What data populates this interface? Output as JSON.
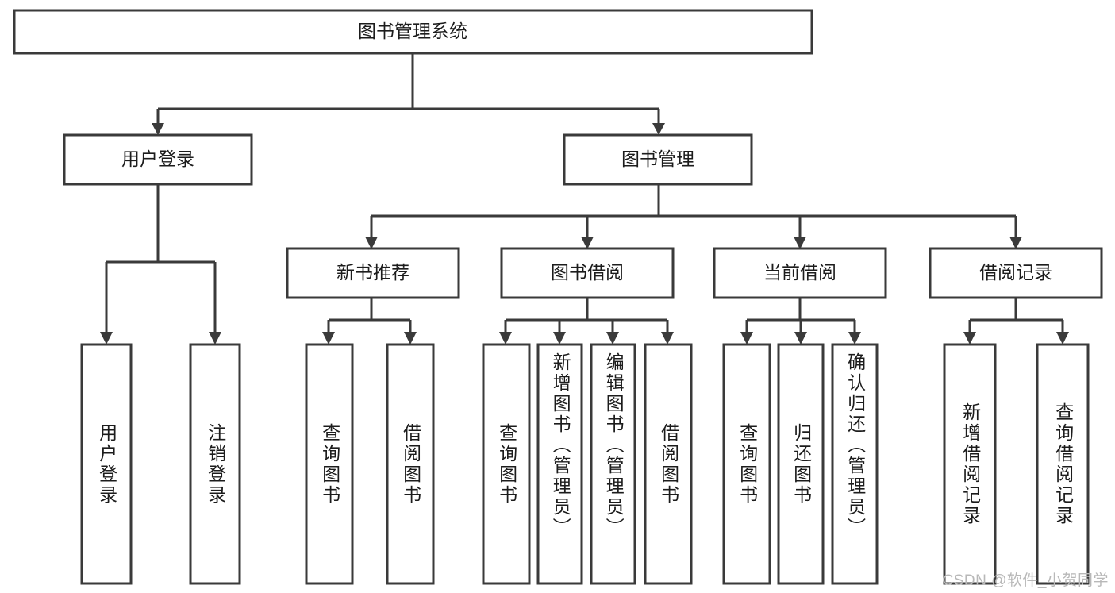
{
  "diagram": {
    "type": "tree-hierarchy",
    "title": "图书管理系统",
    "watermark": "CSDN @软件_小贺同学",
    "colors": {
      "stroke": "#3a3a3a",
      "fill": "#ffffff",
      "text": "#1c1c1c",
      "watermark": "#b8b8b8",
      "background": "#ffffff"
    },
    "levels": {
      "root": "图书管理系统",
      "level2": [
        "用户登录",
        "图书管理"
      ],
      "level3": [
        "新书推荐",
        "图书借阅",
        "当前借阅",
        "借阅记录"
      ]
    },
    "nodes": {
      "root": {
        "label": "图书管理系统",
        "orientation": "horizontal"
      },
      "n_user_login": {
        "label": "用户登录",
        "orientation": "horizontal"
      },
      "n_book_mgmt": {
        "label": "图书管理",
        "orientation": "horizontal"
      },
      "n_new_book_rec": {
        "label": "新书推荐",
        "orientation": "horizontal"
      },
      "n_book_borrow": {
        "label": "图书借阅",
        "orientation": "horizontal"
      },
      "n_current_borrow": {
        "label": "当前借阅",
        "orientation": "horizontal"
      },
      "n_borrow_record": {
        "label": "借阅记录",
        "orientation": "horizontal"
      },
      "leaf_1": {
        "label": "用户登录",
        "orientation": "vertical"
      },
      "leaf_2": {
        "label": "注销登录",
        "orientation": "vertical"
      },
      "leaf_3": {
        "label": "查询图书",
        "orientation": "vertical"
      },
      "leaf_4": {
        "label": "借阅图书",
        "orientation": "vertical"
      },
      "leaf_5": {
        "label": "查询图书",
        "orientation": "vertical"
      },
      "leaf_6": {
        "label": "新增图书（管理员）",
        "orientation": "vertical"
      },
      "leaf_7": {
        "label": "编辑图书（管理员）",
        "orientation": "vertical"
      },
      "leaf_8": {
        "label": "借阅图书",
        "orientation": "vertical"
      },
      "leaf_9": {
        "label": "查询图书",
        "orientation": "vertical"
      },
      "leaf_10": {
        "label": "归还图书",
        "orientation": "vertical"
      },
      "leaf_11": {
        "label": "确认归还（管理员）",
        "orientation": "vertical"
      },
      "leaf_12": {
        "label": "新增借阅记录",
        "orientation": "vertical"
      },
      "leaf_13": {
        "label": "查询借阅记录",
        "orientation": "vertical"
      }
    },
    "edges": [
      {
        "from": "root",
        "to": "n_user_login"
      },
      {
        "from": "root",
        "to": "n_book_mgmt"
      },
      {
        "from": "n_user_login",
        "to": "leaf_1"
      },
      {
        "from": "n_user_login",
        "to": "leaf_2"
      },
      {
        "from": "n_book_mgmt",
        "to": "n_new_book_rec"
      },
      {
        "from": "n_book_mgmt",
        "to": "n_book_borrow"
      },
      {
        "from": "n_book_mgmt",
        "to": "n_current_borrow"
      },
      {
        "from": "n_book_mgmt",
        "to": "n_borrow_record"
      },
      {
        "from": "n_new_book_rec",
        "to": "leaf_3"
      },
      {
        "from": "n_new_book_rec",
        "to": "leaf_4"
      },
      {
        "from": "n_book_borrow",
        "to": "leaf_5"
      },
      {
        "from": "n_book_borrow",
        "to": "leaf_6"
      },
      {
        "from": "n_book_borrow",
        "to": "leaf_7"
      },
      {
        "from": "n_book_borrow",
        "to": "leaf_8"
      },
      {
        "from": "n_current_borrow",
        "to": "leaf_9"
      },
      {
        "from": "n_current_borrow",
        "to": "leaf_10"
      },
      {
        "from": "n_current_borrow",
        "to": "leaf_11"
      },
      {
        "from": "n_borrow_record",
        "to": "leaf_12"
      },
      {
        "from": "n_borrow_record",
        "to": "leaf_13"
      }
    ]
  }
}
